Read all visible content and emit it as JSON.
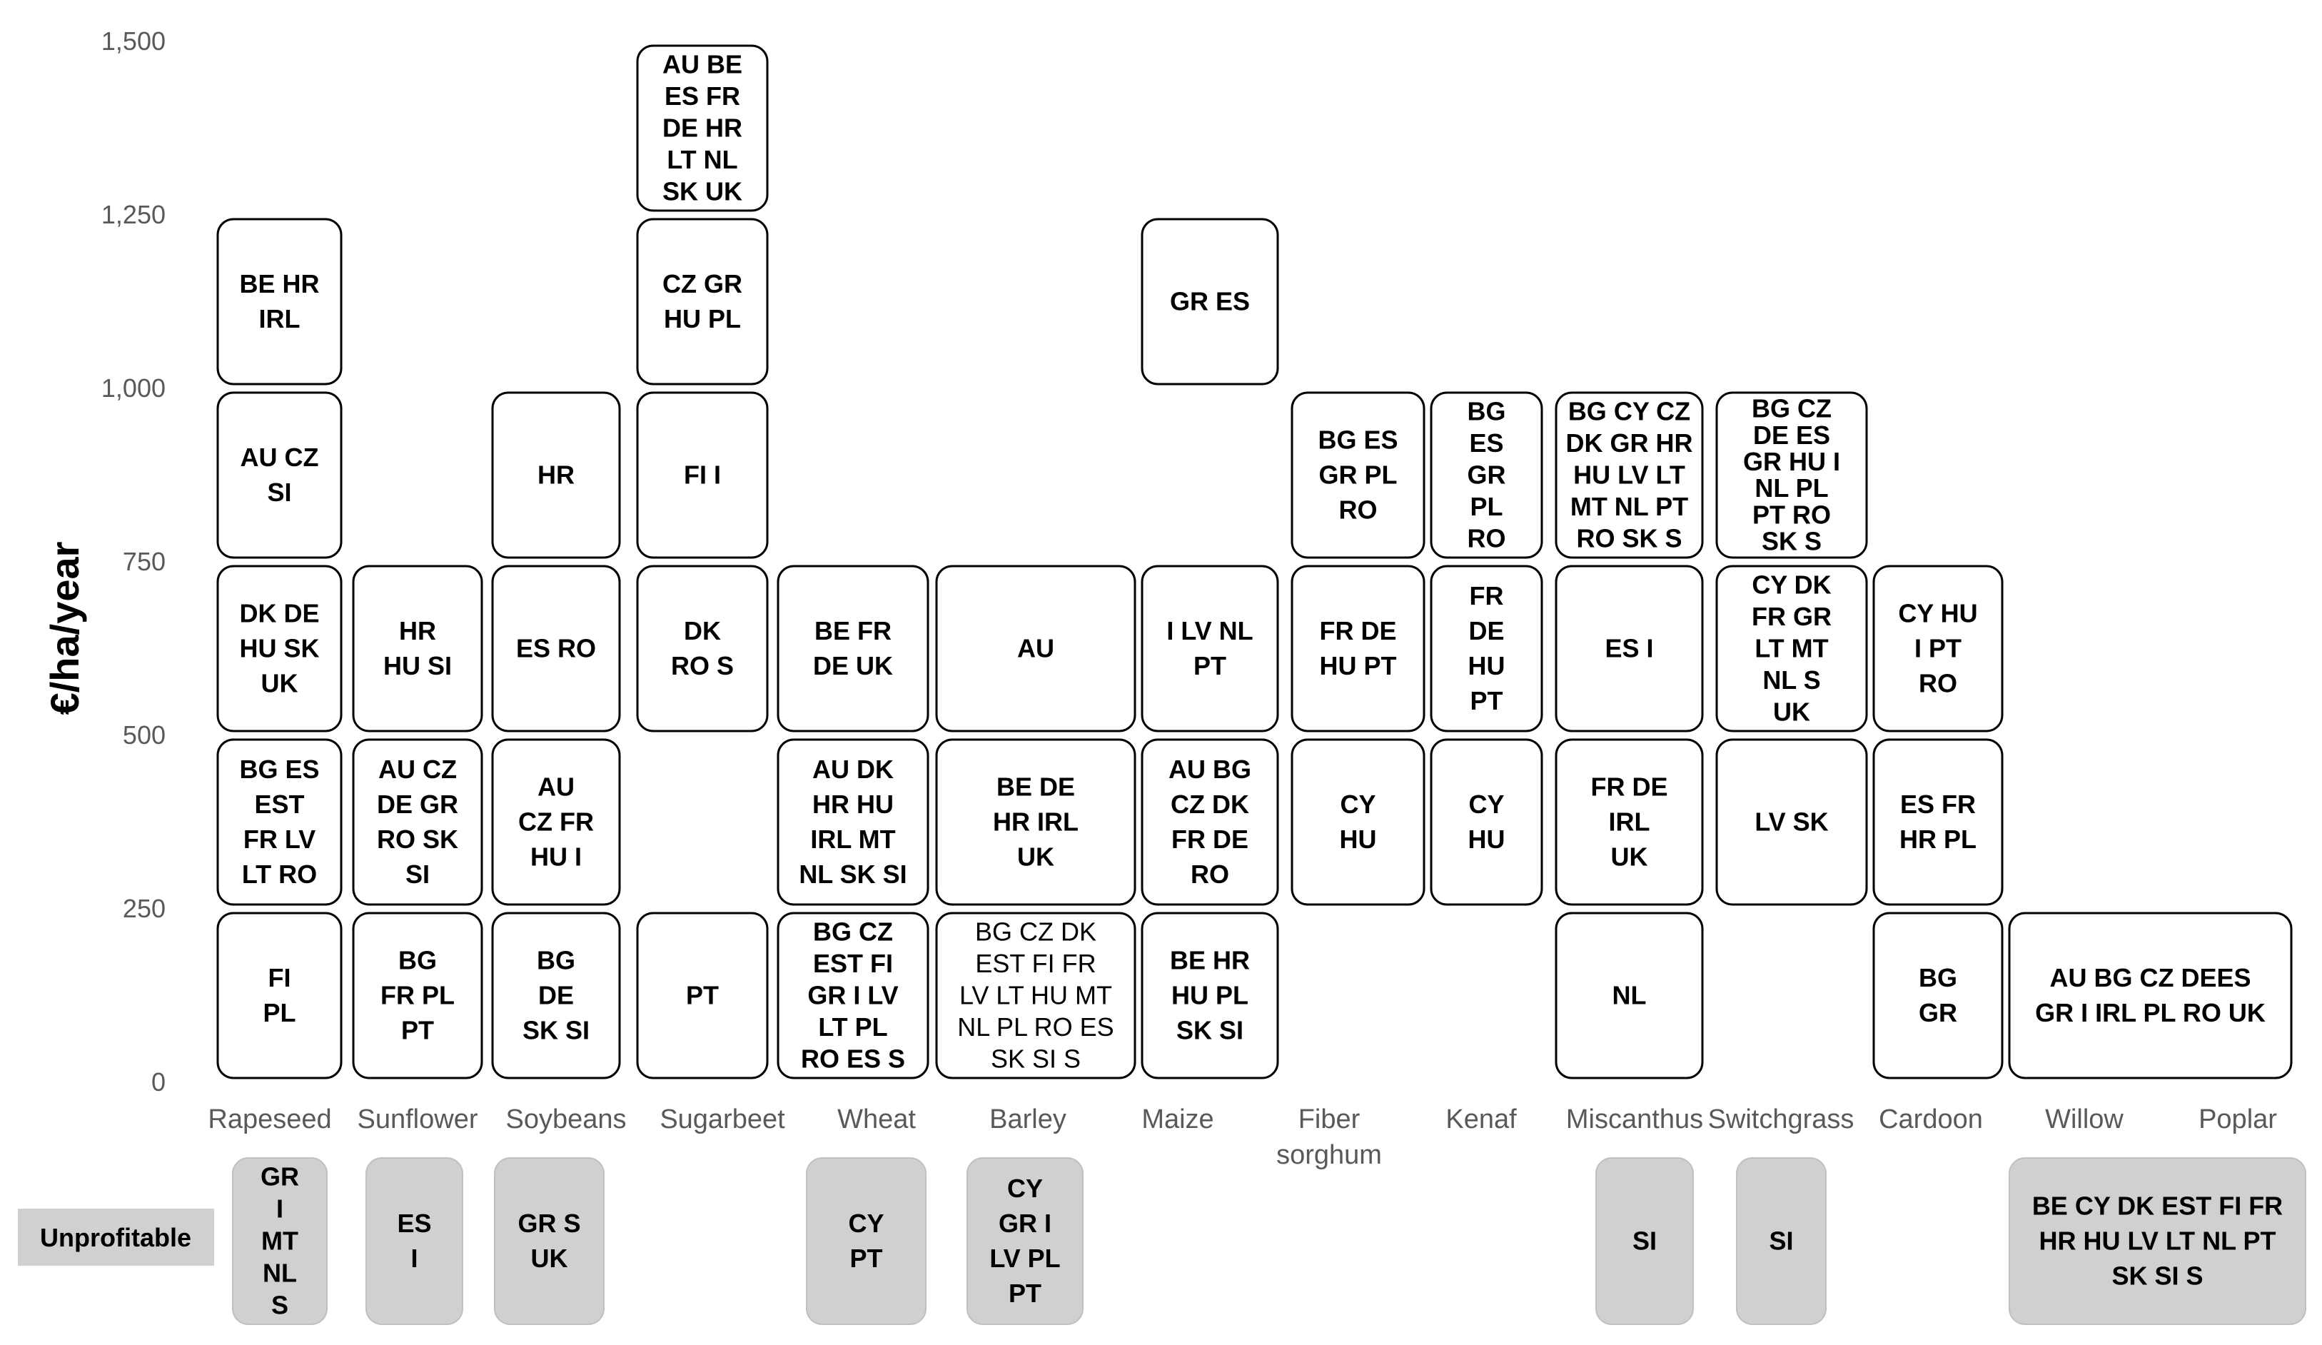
{
  "chart_data": {
    "type": "table",
    "ylabel": "€/ha/year",
    "yticks": [
      "0",
      "250",
      "500",
      "750",
      "1,000",
      "1,250",
      "1,500"
    ],
    "ylim": [
      0,
      1500
    ],
    "categories": [
      "Rapeseed",
      "Sunflower",
      "Soybeans",
      "Sugarbeet",
      "Wheat",
      "Barley",
      "Maize",
      "Fiber sorghum",
      "Kenaf",
      "Miscanthus",
      "Switchgrass",
      "Cardoon",
      "Willow",
      "Poplar"
    ],
    "bands": [
      {
        "category": "Rapeseed",
        "range": [
          0,
          250
        ],
        "lines": [
          "FI",
          "PL"
        ]
      },
      {
        "category": "Rapeseed",
        "range": [
          250,
          500
        ],
        "lines": [
          "BG  ES",
          "EST",
          "FR LV",
          "LT RO"
        ]
      },
      {
        "category": "Rapeseed",
        "range": [
          500,
          750
        ],
        "lines": [
          "DK DE",
          "HU SK",
          "UK"
        ]
      },
      {
        "category": "Rapeseed",
        "range": [
          750,
          1000
        ],
        "lines": [
          "AU CZ",
          "SI"
        ]
      },
      {
        "category": "Rapeseed",
        "range": [
          1000,
          1250
        ],
        "lines": [
          "BE HR",
          "IRL"
        ]
      },
      {
        "category": "Sunflower",
        "range": [
          0,
          250
        ],
        "lines": [
          "BG",
          "FR PL",
          "PT"
        ]
      },
      {
        "category": "Sunflower",
        "range": [
          250,
          500
        ],
        "lines": [
          "AU CZ",
          "DE GR",
          "RO SK",
          "SI"
        ]
      },
      {
        "category": "Sunflower",
        "range": [
          500,
          750
        ],
        "lines": [
          "HR",
          "HU SI"
        ]
      },
      {
        "category": "Soybeans",
        "range": [
          0,
          250
        ],
        "lines": [
          "BG",
          "DE",
          "SK SI"
        ]
      },
      {
        "category": "Soybeans",
        "range": [
          250,
          500
        ],
        "lines": [
          "AU",
          "CZ FR",
          "HU I"
        ]
      },
      {
        "category": "Soybeans",
        "range": [
          500,
          750
        ],
        "lines": [
          "ES RO"
        ]
      },
      {
        "category": "Soybeans",
        "range": [
          750,
          1000
        ],
        "lines": [
          "HR"
        ]
      },
      {
        "category": "Sugarbeet",
        "range": [
          0,
          250
        ],
        "lines": [
          "PT"
        ]
      },
      {
        "category": "Sugarbeet",
        "range": [
          500,
          750
        ],
        "lines": [
          "DK",
          "RO S"
        ]
      },
      {
        "category": "Sugarbeet",
        "range": [
          750,
          1000
        ],
        "lines": [
          "FI I"
        ]
      },
      {
        "category": "Sugarbeet",
        "range": [
          1000,
          1250
        ],
        "lines": [
          "CZ GR",
          "HU PL"
        ]
      },
      {
        "category": "Sugarbeet",
        "range": [
          1250,
          1500
        ],
        "lines": [
          "AU BE",
          "ES FR",
          "DE HR",
          "LT NL",
          "SK UK"
        ]
      },
      {
        "category": "Wheat",
        "range": [
          0,
          250
        ],
        "lines": [
          "BG CZ",
          "EST FI",
          "GR I LV",
          "LT PL",
          "RO ES S"
        ]
      },
      {
        "category": "Wheat",
        "range": [
          250,
          500
        ],
        "lines": [
          "AU DK",
          "HR HU",
          "IRL MT",
          "NL SK SI"
        ]
      },
      {
        "category": "Wheat",
        "range": [
          500,
          750
        ],
        "lines": [
          "BE FR",
          "DE UK"
        ]
      },
      {
        "category": "Barley",
        "range": [
          0,
          250
        ],
        "lines": [
          "BG CZ DK",
          "EST FI FR",
          "LV LT HU MT",
          "NL PL RO ES",
          "SK SI S"
        ]
      },
      {
        "category": "Barley",
        "range": [
          250,
          500
        ],
        "lines": [
          "BE DE",
          "HR IRL",
          "UK"
        ]
      },
      {
        "category": "Barley",
        "range": [
          500,
          750
        ],
        "lines": [
          "AU"
        ]
      },
      {
        "category": "Maize",
        "range": [
          0,
          250
        ],
        "lines": [
          "BE HR",
          "HU PL",
          "SK SI"
        ]
      },
      {
        "category": "Maize",
        "range": [
          250,
          500
        ],
        "lines": [
          "AU BG",
          "CZ DK",
          "FR DE",
          "RO"
        ]
      },
      {
        "category": "Maize",
        "range": [
          500,
          750
        ],
        "lines": [
          "I LV NL",
          "PT"
        ]
      },
      {
        "category": "Maize",
        "range": [
          1000,
          1250
        ],
        "lines": [
          "GR ES"
        ]
      },
      {
        "category": "Fiber sorghum",
        "range": [
          250,
          500
        ],
        "lines": [
          "CY",
          "HU"
        ]
      },
      {
        "category": "Fiber sorghum",
        "range": [
          500,
          750
        ],
        "lines": [
          "FR DE",
          "HU PT"
        ]
      },
      {
        "category": "Fiber sorghum",
        "range": [
          750,
          1000
        ],
        "lines": [
          "BG ES",
          "GR PL",
          "RO"
        ]
      },
      {
        "category": "Kenaf",
        "range": [
          250,
          500
        ],
        "lines": [
          "CY",
          "HU"
        ]
      },
      {
        "category": "Kenaf",
        "range": [
          500,
          750
        ],
        "lines": [
          "FR",
          "DE",
          "HU",
          "PT"
        ]
      },
      {
        "category": "Kenaf",
        "range": [
          750,
          1000
        ],
        "lines": [
          "BG",
          "ES",
          "GR",
          "PL",
          "RO"
        ]
      },
      {
        "category": "Miscanthus",
        "range": [
          0,
          250
        ],
        "lines": [
          "NL"
        ]
      },
      {
        "category": "Miscanthus",
        "range": [
          250,
          500
        ],
        "lines": [
          "FR DE",
          "IRL",
          "UK"
        ]
      },
      {
        "category": "Miscanthus",
        "range": [
          500,
          750
        ],
        "lines": [
          "ES I"
        ]
      },
      {
        "category": "Miscanthus",
        "range": [
          750,
          1000
        ],
        "lines": [
          "BG CY CZ",
          "DK GR HR",
          "HU LV LT",
          "MT NL PT",
          "RO SK S"
        ]
      },
      {
        "category": "Switchgrass",
        "range": [
          250,
          500
        ],
        "lines": [
          "LV SK"
        ]
      },
      {
        "category": "Switchgrass",
        "range": [
          500,
          750
        ],
        "lines": [
          "CY DK",
          "FR GR",
          "LT MT",
          "NL S",
          "UK"
        ]
      },
      {
        "category": "Switchgrass",
        "range": [
          750,
          1000
        ],
        "lines": [
          "BG CZ",
          "DE ES",
          "GR HU I",
          "NL PL",
          "PT RO",
          "SK S"
        ]
      },
      {
        "category": "Cardoon",
        "range": [
          0,
          250
        ],
        "lines": [
          "BG",
          "GR"
        ]
      },
      {
        "category": "Cardoon",
        "range": [
          250,
          500
        ],
        "lines": [
          "ES FR",
          "HR PL"
        ]
      },
      {
        "category": "Cardoon",
        "range": [
          500,
          750
        ],
        "lines": [
          "CY HU",
          "I PT",
          "RO"
        ]
      },
      {
        "category": "Willow, Poplar",
        "range": [
          0,
          250
        ],
        "lines": [
          "AU BG CZ DEES",
          "GR I IRL PL RO UK"
        ]
      }
    ],
    "unprofitable_label": "Unprofitable",
    "unprofitable": [
      {
        "category": "Rapeseed",
        "lines": [
          "GR",
          "I",
          "MT",
          "NL",
          "S"
        ]
      },
      {
        "category": "Sunflower",
        "lines": [
          "ES",
          "I"
        ]
      },
      {
        "category": "Soybeans",
        "lines": [
          "GR S",
          "UK"
        ]
      },
      {
        "category": "Wheat",
        "lines": [
          "CY",
          "PT"
        ]
      },
      {
        "category": "Barley",
        "lines": [
          "CY",
          "GR I",
          "LV PL",
          "PT"
        ]
      },
      {
        "category": "Miscanthus",
        "lines": [
          "SI"
        ]
      },
      {
        "category": "Switchgrass",
        "lines": [
          "SI"
        ]
      },
      {
        "category": "Willow, Poplar",
        "lines": [
          "BE CY DK EST FI FR",
          "HR HU LV LT NL PT",
          "SK SI S"
        ]
      }
    ],
    "grid": false,
    "legend": "none"
  }
}
